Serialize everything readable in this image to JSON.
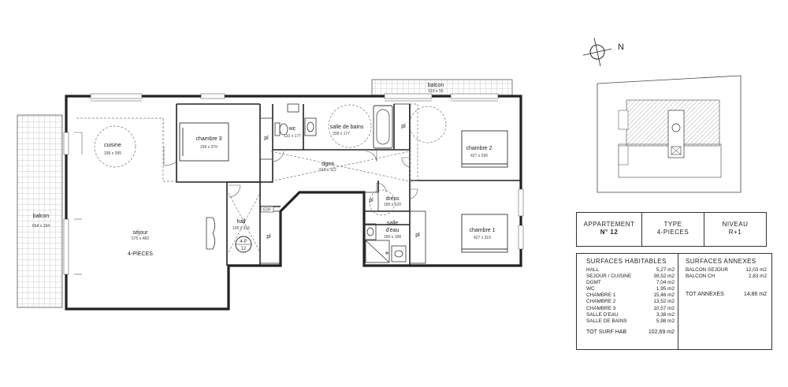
{
  "compass": {
    "north": "N"
  },
  "apartment": {
    "label_appartement": "APPARTEMENT",
    "number": "N° 12",
    "label_type": "TYPE",
    "type": "4-PIECES",
    "label_niveau": "NIVEAU",
    "niveau": "R+1"
  },
  "rooms": {
    "balcon_top": {
      "name": "balcon",
      "dim": "518 x 55"
    },
    "balcon_left": {
      "name": "balcon",
      "dim": "654 x 184"
    },
    "cuisine": {
      "name": "cuisine",
      "dim": "296 x 395"
    },
    "sejour": {
      "name": "séjour",
      "dim": "575 x 483",
      "extra": "4-PIECES"
    },
    "chambre3": {
      "name": "chambre 3",
      "dim": "296 x 370"
    },
    "wc": {
      "name": "wc",
      "dim": "110 x 177"
    },
    "sdb": {
      "name": "salle de bains",
      "dim": "338 x 177"
    },
    "dgmt": {
      "name": "dgmt",
      "dim": "515 x 112"
    },
    "chambre2": {
      "name": "chambre 2",
      "dim": "427 x 296"
    },
    "dress": {
      "name": "dress",
      "dim": "180 x 120"
    },
    "sde": {
      "name1": "salle",
      "name2": "d'eau",
      "dim": "180 x 188"
    },
    "chambre1": {
      "name": "chambre 1",
      "dim": "427 x 315"
    },
    "hall": {
      "name": "hall",
      "dim": "195 x 315"
    },
    "tag_top": "4-P",
    "tag_bottom": "12",
    "edf": "EDF",
    "pl": "pl"
  },
  "surfaces_habitables": {
    "title": "SURFACES HABITABLES",
    "rows": [
      {
        "label": "HALL",
        "value": "5,27 m2"
      },
      {
        "label": "SEJOUR / CUISINE",
        "value": "39,52 m2"
      },
      {
        "label": "DGMT",
        "value": "7,04 m2"
      },
      {
        "label": "WC",
        "value": "1,95 m2"
      },
      {
        "label": "CHAMBRE 1",
        "value": "15,46 m2"
      },
      {
        "label": "CHAMBRE 2",
        "value": "13,52 m2"
      },
      {
        "label": "CHAMBRE 3",
        "value": "10,57 m2"
      },
      {
        "label": "SALLE D'EAU",
        "value": "3,38 m2"
      },
      {
        "label": "SALLE DE BAINS",
        "value": "5,98 m2"
      }
    ],
    "total_label": "TOT SURF HAB",
    "total_value": "102,69 m2"
  },
  "surfaces_annexes": {
    "title": "SURFACES ANNEXES",
    "rows": [
      {
        "label": "BALCON SEJOUR",
        "value": "12,03 m2"
      },
      {
        "label": "BALCON CH",
        "value": "2,83 m2"
      }
    ],
    "total_label": "TOT ANNEXES",
    "total_value": "14,86 m2"
  }
}
